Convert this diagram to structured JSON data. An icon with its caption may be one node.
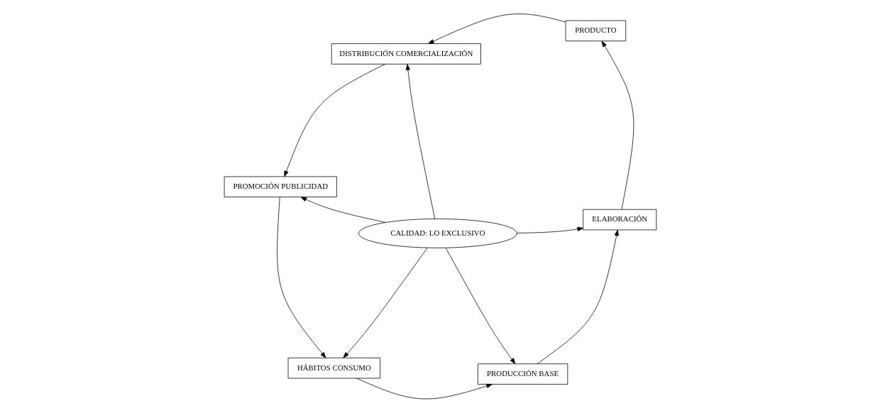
{
  "diagram": {
    "nodes": [
      {
        "text": [
          "PRODUCCIÓN BASE"
        ]
      },
      {
        "text": [
          "ELABORACIÓN"
        ]
      },
      {
        "text": [
          "HÁBITOS CONSUMO"
        ]
      },
      {
        "text": [
          "CALIDAD: LO EXCLUSIVO"
        ]
      },
      {
        "text": [
          "PRODUCTO"
        ]
      },
      {
        "text": [
          "DISTRIBUCIÓN COMERCIALIZACIÓN"
        ]
      },
      {
        "text": [
          "PROMOCIÓN PUBLICIDAD"
        ]
      }
    ],
    "edges": [
      {
        "from": 0,
        "to": 1,
        "arrow": "to"
      },
      {
        "from": 1,
        "to": 4,
        "arrow": "to"
      },
      {
        "from": 4,
        "to": 5,
        "arrow": "to"
      },
      {
        "from": 5,
        "to": 6,
        "arrow": "to"
      },
      {
        "from": 6,
        "to": 2,
        "arrow": "to"
      },
      {
        "from": 2,
        "to": 0,
        "arrow": "to"
      },
      {
        "from": 3,
        "to": 0,
        "arrow": "to"
      },
      {
        "from": 3,
        "to": 1,
        "arrow": "to"
      },
      {
        "from": 3,
        "to": 2,
        "arrow": "to"
      },
      {
        "from": 3,
        "to": 5,
        "arrow": "to"
      },
      {
        "from": 3,
        "to": 6,
        "arrow": "to"
      }
    ]
  }
}
